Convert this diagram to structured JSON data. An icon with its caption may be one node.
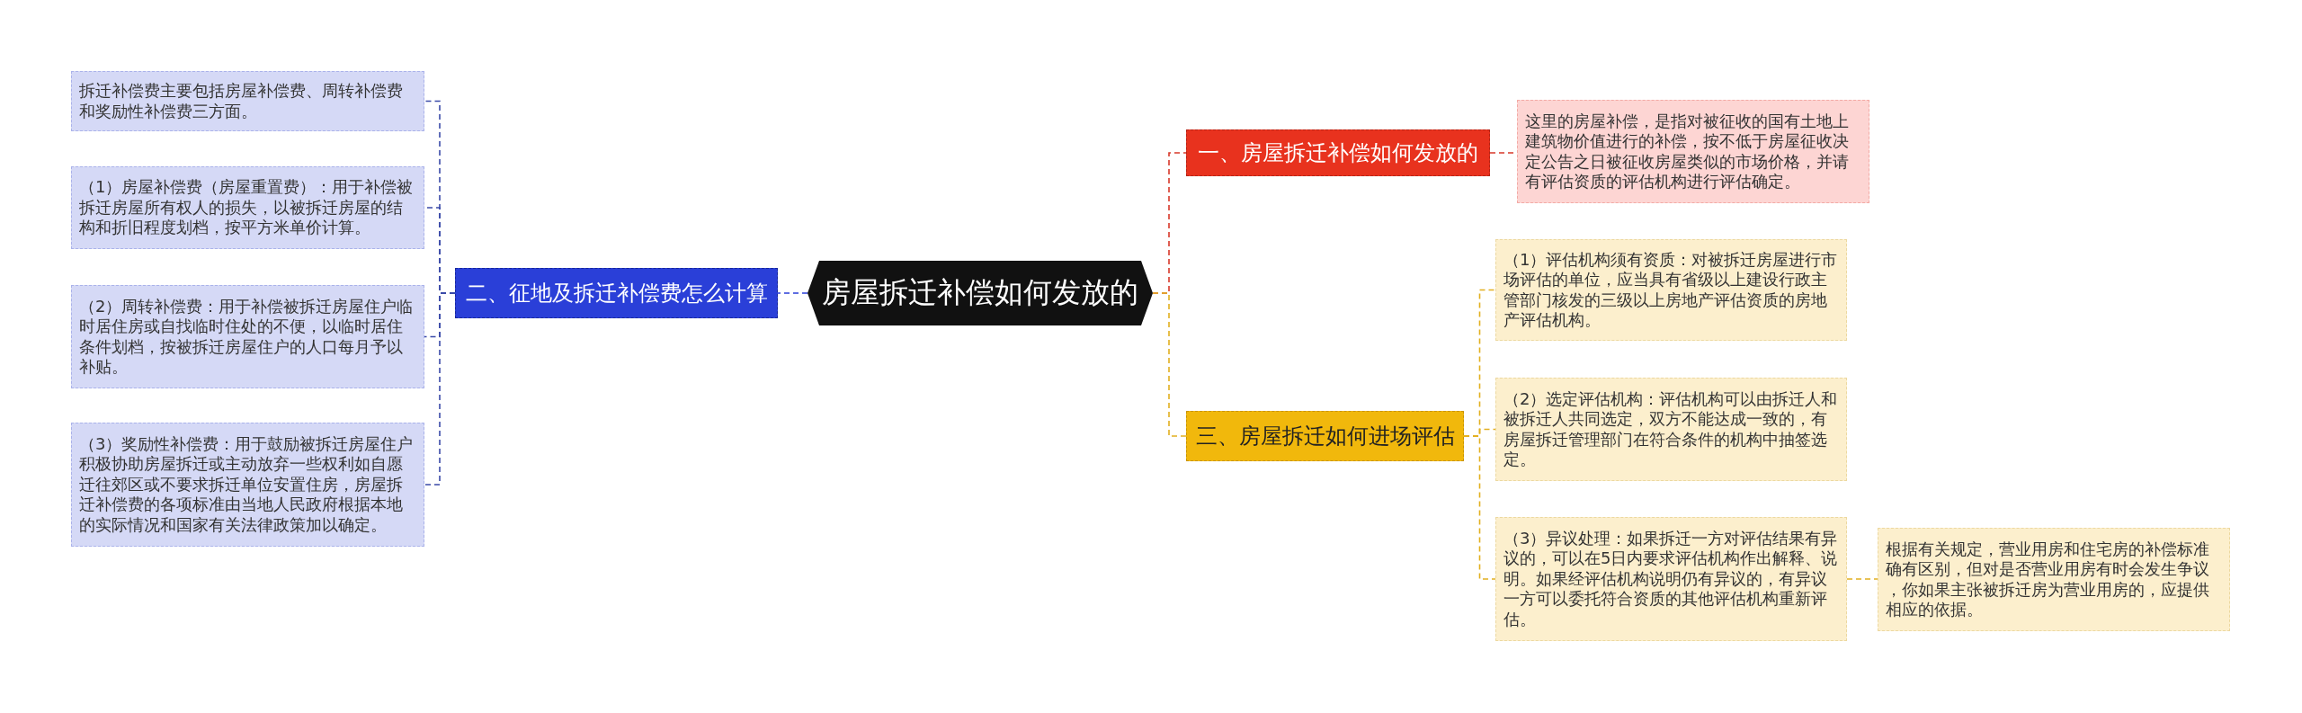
{
  "diagram": {
    "nodes": [
      {
        "text": [
          "房屋拆迁补偿如何发放的"
        ]
      },
      {
        "text": [
          "一、房屋拆迁补偿如何发放的"
        ]
      },
      {
        "text": [
          "这里的房屋补偿，是指对被征收的国有土地上建筑物价值进行的补偿，按不低于房屋征收决定公告之日被征收房屋类似的市场价格，并请有评估资质的评估机构进行评估确定。"
        ]
      },
      {
        "text": [
          "二、征地及拆迁补偿费怎么计算"
        ]
      },
      {
        "text": [
          "拆迁补偿费主要包括房屋补偿费、周转补偿费和奖励性补偿费三方面。"
        ]
      },
      {
        "text": [
          "（1）房屋补偿费（房屋重置费）：用于补偿被拆迁房屋所有权人的损失，以被拆迁房屋的结构和折旧程度划档，按平方米单价计算。"
        ]
      },
      {
        "text": [
          "（2）周转补偿费：用于补偿被拆迁房屋住户临时居住房或自找临时住处的不便，以临时居住条件划档，按被拆迁房屋住户的人口每月予以补贴。"
        ]
      },
      {
        "text": [
          "（3）奖励性补偿费：用于鼓励被拆迁房屋住户积极协助房屋拆迁或主动放弃一些权利如自愿迁往郊区或不要求拆迁单位安置住房，房屋拆迁补偿费的各项标准由当地人民政府根据本地的实际情况和国家有关法律政策加以确定。"
        ]
      },
      {
        "text": [
          "三、房屋拆迁如何进场评估"
        ]
      },
      {
        "text": [
          "（1）评估机构须有资质：对被拆迁房屋进行市场评估的单位，应当具有省级以上建设行政主管部门核发的三级以上房地产评估资质的房地产评估机构。"
        ]
      },
      {
        "text": [
          "（2）选定评估机构：评估机构可以由拆迁人和被拆迁人共同选定，双方不能达成一致的，有房屋拆迁管理部门在符合条件的机构中抽签选定。"
        ]
      },
      {
        "text": [
          "（3）异议处理：如果拆迁一方对评估结果有异议的，可以在5日内要求评估机构作出解释、说明。如果经评估机构说明仍有异议的，有异议一方可以委托符合资质的其他评估机构重新评估。"
        ]
      },
      {
        "text": [
          "根据有关规定，营业用房和住宅房的补偿标准确有区别，但对是否营业用房有时会发生争议，你如果主张被拆迁房为营业用房的，应提供相应的依据。"
        ]
      }
    ],
    "edges": [
      {
        "from": 0,
        "to": 1,
        "arrow": "none",
        "style": "dashed",
        "color": "#d8382a"
      },
      {
        "from": 1,
        "to": 2,
        "arrow": "none",
        "style": "dashed",
        "color": "#d8382a"
      },
      {
        "from": 0,
        "to": 3,
        "arrow": "none",
        "style": "dashed",
        "color": "#2a3fd8"
      },
      {
        "from": 3,
        "to": 4,
        "arrow": "none",
        "style": "dashed",
        "color": "#3a4aa8"
      },
      {
        "from": 3,
        "to": 5,
        "arrow": "none",
        "style": "dashed",
        "color": "#3a4aa8"
      },
      {
        "from": 3,
        "to": 6,
        "arrow": "none",
        "style": "dashed",
        "color": "#3a4aa8"
      },
      {
        "from": 3,
        "to": 7,
        "arrow": "none",
        "style": "dashed",
        "color": "#3a4aa8"
      },
      {
        "from": 0,
        "to": 8,
        "arrow": "none",
        "style": "dashed",
        "color": "#e2b020"
      },
      {
        "from": 8,
        "to": 9,
        "arrow": "none",
        "style": "dashed",
        "color": "#e2b020"
      },
      {
        "from": 8,
        "to": 10,
        "arrow": "none",
        "style": "dashed",
        "color": "#e2b020"
      },
      {
        "from": 8,
        "to": 11,
        "arrow": "none",
        "style": "dashed",
        "color": "#e2b020"
      },
      {
        "from": 11,
        "to": 12,
        "arrow": "none",
        "style": "dashed",
        "color": "#e2b020"
      }
    ]
  }
}
